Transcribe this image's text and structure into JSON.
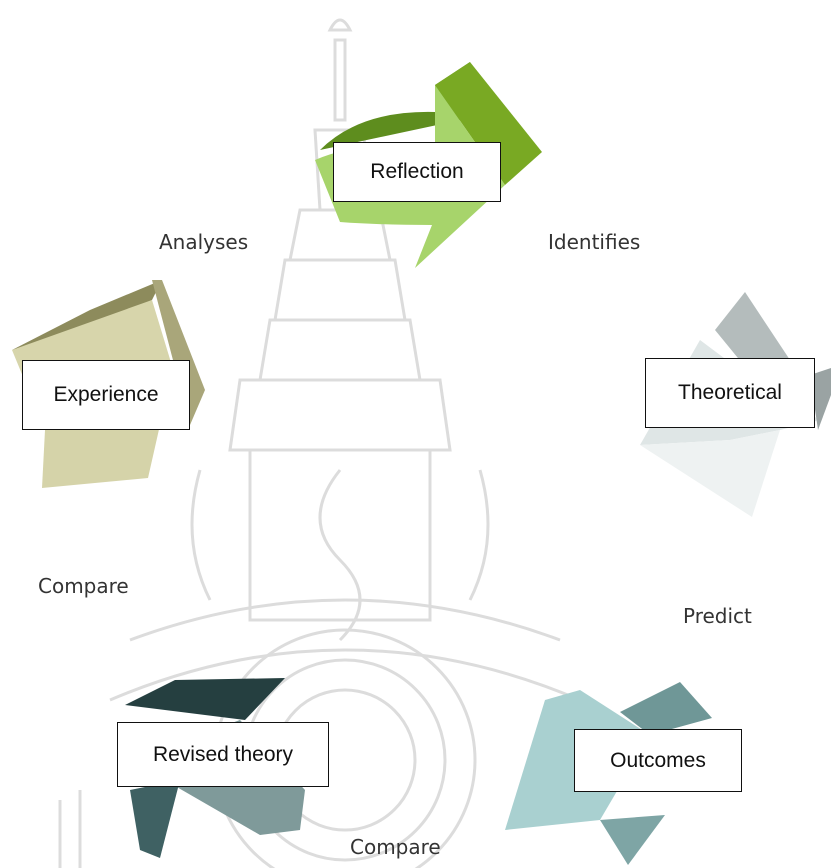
{
  "diagram": {
    "nodes": {
      "reflection": "Reflection",
      "theoretical": "Theoretical",
      "outcomes": "Outcomes",
      "revised_theory": "Revised theory",
      "experience": "Experience"
    },
    "edges": {
      "analyses": "Analyses",
      "identifies": "Identifies",
      "predict": "Predict",
      "compare_bottom": "Compare",
      "compare_left": "Compare"
    }
  },
  "colors": {
    "reflection_arrow": "#8fc23a",
    "theoretical_arrow": "#c9d3d3",
    "outcomes_arrow": "#8bbcbc",
    "revised_arrow": "#3a5f5f",
    "experience_arrow": "#c9c79a",
    "watermark": "#d9d9d9"
  }
}
